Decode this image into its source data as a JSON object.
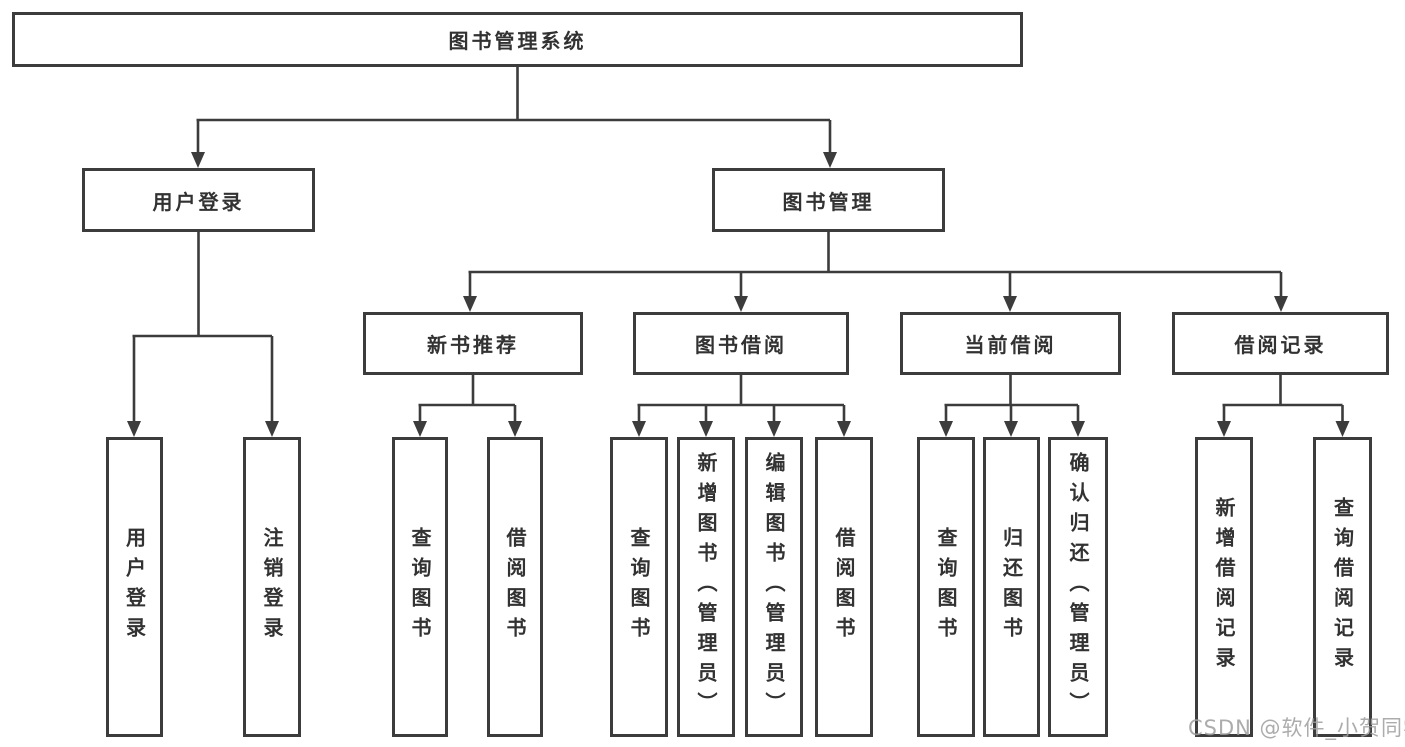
{
  "diagram": {
    "root": {
      "label": "图书管理系统"
    },
    "level2": [
      {
        "label": "用户登录"
      },
      {
        "label": "图书管理"
      }
    ],
    "level3": [
      {
        "label": "新书推荐"
      },
      {
        "label": "图书借阅"
      },
      {
        "label": "当前借阅"
      },
      {
        "label": "借阅记录"
      }
    ],
    "leaves": {
      "user_login": [
        {
          "label": "用户登录"
        },
        {
          "label": "注销登录"
        }
      ],
      "new_book": [
        {
          "label": "查询图书"
        },
        {
          "label": "借阅图书"
        }
      ],
      "book_borrow": [
        {
          "label": "查询图书"
        },
        {
          "label": "新增图书（管理员）"
        },
        {
          "label": "编辑图书（管理员）"
        },
        {
          "label": "借阅图书"
        }
      ],
      "current_borrow": [
        {
          "label": "查询图书"
        },
        {
          "label": "归还图书"
        },
        {
          "label": "确认归还（管理员）"
        }
      ],
      "borrow_record": [
        {
          "label": "新增借阅记录"
        },
        {
          "label": "查询借阅记录"
        }
      ]
    }
  },
  "watermark": {
    "text": "CSDN @软件_小贺同学"
  },
  "colors": {
    "line": "#3c3c3c",
    "text": "#323232",
    "watermark": "#9e9e9e",
    "background": "#ffffff"
  }
}
